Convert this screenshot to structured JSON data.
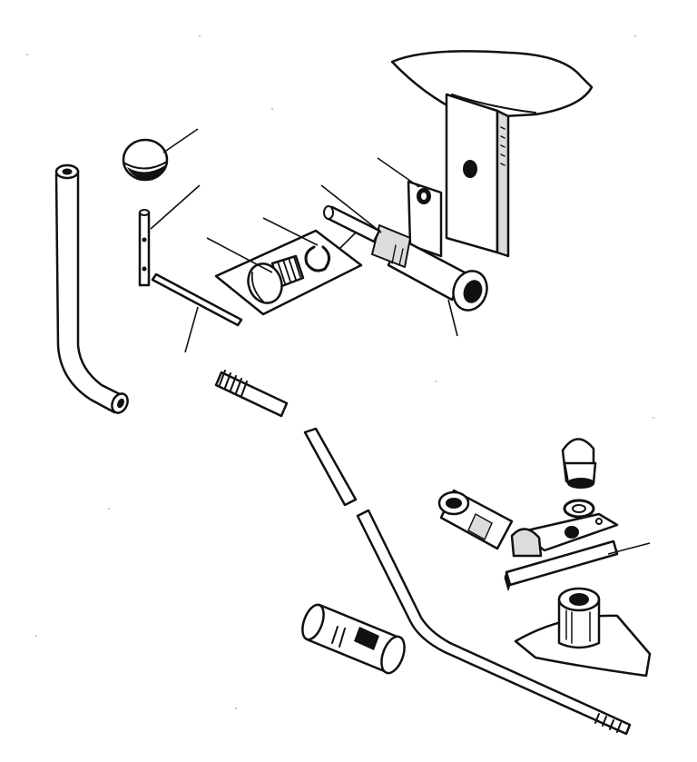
{
  "diagram": {
    "kind": "exploded-view line drawing",
    "colors": {
      "ink": "#111111",
      "paper": "#ffffff",
      "shade": "#dcdcdc"
    },
    "parts": [
      {
        "id": "ball-knob"
      },
      {
        "id": "split-pin"
      },
      {
        "id": "bent-tube"
      },
      {
        "id": "small-rod"
      },
      {
        "id": "bolt"
      },
      {
        "id": "circlip"
      },
      {
        "id": "washer-plate"
      },
      {
        "id": "bracket-plate"
      },
      {
        "id": "pivot-rod"
      },
      {
        "id": "bush-sleeve"
      },
      {
        "id": "bracket-eye"
      },
      {
        "id": "threaded-stud"
      },
      {
        "id": "long-link-rod"
      },
      {
        "id": "slotted-sleeve"
      },
      {
        "id": "acorn-nut"
      },
      {
        "id": "spring-washer"
      },
      {
        "id": "spacer-bush"
      },
      {
        "id": "clamp-clip"
      },
      {
        "id": "base-plate"
      },
      {
        "id": "mounting-boss"
      }
    ]
  }
}
